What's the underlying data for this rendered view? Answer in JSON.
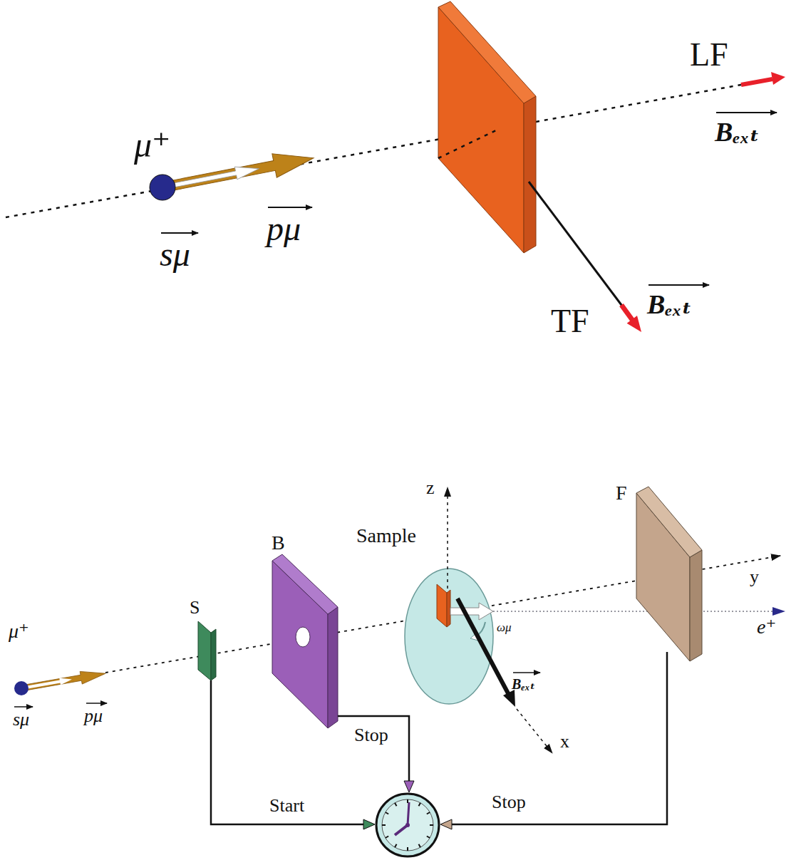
{
  "diagram": {
    "labels": [
      "μ⁺",
      "sμ",
      "pμ",
      "LF",
      "Bₑₓₜ",
      "TF",
      "Bₑₓₜ",
      "μ⁺",
      "sμ",
      "pμ",
      "S",
      "B",
      "Sample",
      "z",
      "F",
      "y",
      "ωμ",
      "e⁺",
      "Bₑₓₜ",
      "x",
      "Stop",
      "Start",
      "Stop"
    ]
  }
}
